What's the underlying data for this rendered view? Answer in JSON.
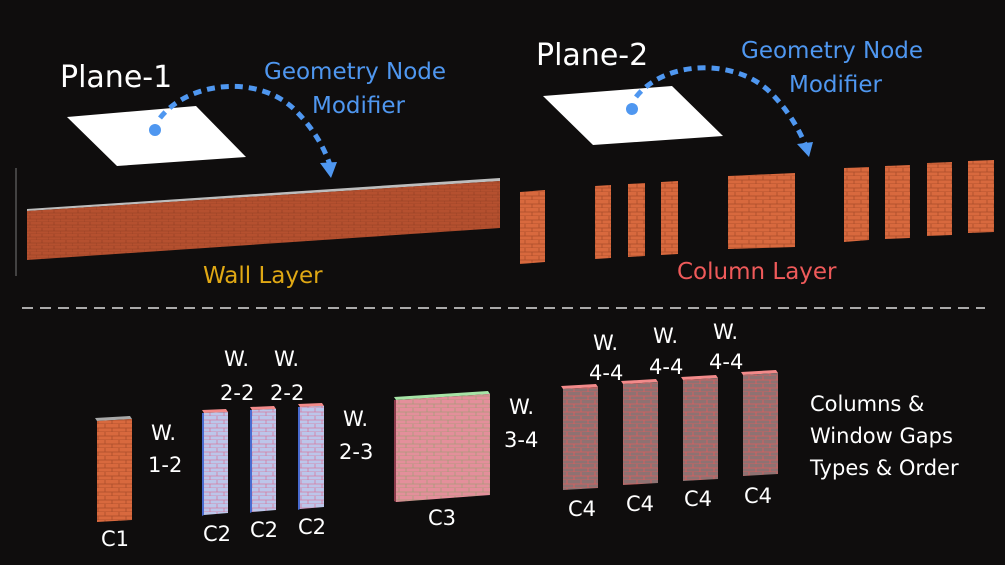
{
  "top": {
    "plane1": {
      "label": "Plane-1"
    },
    "plane2": {
      "label": "Plane-2"
    },
    "modifier1": {
      "line1": "Geometry Node",
      "line2": "Modifier"
    },
    "modifier2": {
      "line1": "Geometry Node",
      "line2": "Modifier"
    },
    "wall_layer": {
      "label": "Wall Layer"
    },
    "column_layer": {
      "label": "Column Layer"
    }
  },
  "bottom": {
    "columns": [
      {
        "label": "C1",
        "type": "c1"
      },
      {
        "label": "C2",
        "type": "c2"
      },
      {
        "label": "C2",
        "type": "c2"
      },
      {
        "label": "C2",
        "type": "c2"
      },
      {
        "label": "C3",
        "type": "c3"
      },
      {
        "label": "C4",
        "type": "c4"
      },
      {
        "label": "C4",
        "type": "c4"
      },
      {
        "label": "C4",
        "type": "c4"
      },
      {
        "label": "C4",
        "type": "c4"
      }
    ],
    "gaps": [
      {
        "line1": "W.",
        "line2": "1-2"
      },
      {
        "line1": "W.",
        "line2": "2-2"
      },
      {
        "line1": "W.",
        "line2": "2-2"
      },
      {
        "line1": "W.",
        "line2": "2-3"
      },
      {
        "line1": "W.",
        "line2": "3-4"
      },
      {
        "line1": "W.",
        "line2": "4-4"
      },
      {
        "line1": "W.",
        "line2": "4-4"
      },
      {
        "line1": "W.",
        "line2": "4-4"
      }
    ],
    "caption": {
      "line1": "Columns &",
      "line2": "Window Gaps",
      "line3": "Types & Order"
    }
  },
  "colors": {
    "background": "#0f0d0d",
    "arrow_blue": "#4f97f0",
    "wall_label": "#e0a814",
    "column_label": "#ef5a5a",
    "brick_orange": "#d8693e",
    "brick_wall": "#b5502f",
    "c2_face": "#b9c2e6",
    "c3_face": "#e48f9b",
    "c4_face": "#8e6c6c",
    "pink_top": "#f28a8a",
    "green_top": "#a6e4a6"
  }
}
